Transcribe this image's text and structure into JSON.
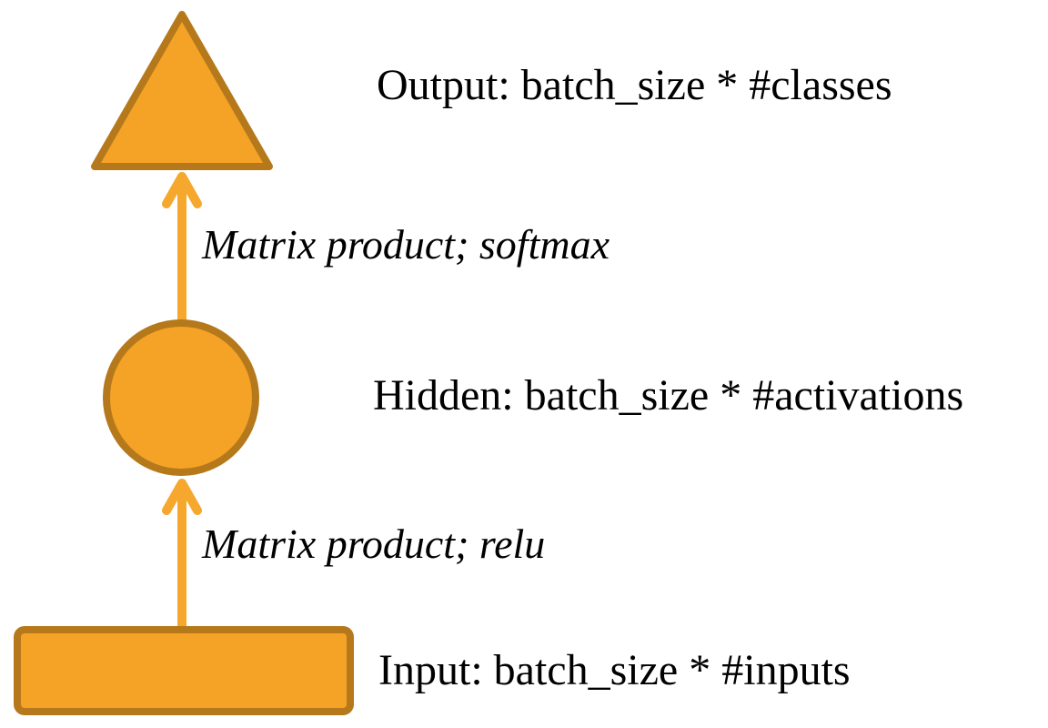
{
  "diagram": {
    "nodes": [
      {
        "id": "output",
        "shape": "triangle",
        "label": "Output: batch_size * #classes"
      },
      {
        "id": "hidden",
        "shape": "circle",
        "label": "Hidden: batch_size * #activations"
      },
      {
        "id": "input",
        "shape": "rectangle",
        "label": "Input: batch_size * #inputs"
      }
    ],
    "edges": [
      {
        "from": "hidden",
        "to": "output",
        "label": "Matrix product; softmax"
      },
      {
        "from": "input",
        "to": "hidden",
        "label": "Matrix product; relu"
      }
    ],
    "colors": {
      "shape_fill": "#f5a327",
      "shape_stroke": "#b5791c",
      "arrow": "#f6a72e",
      "label_text": "#000000",
      "background": "#ffffff"
    }
  }
}
